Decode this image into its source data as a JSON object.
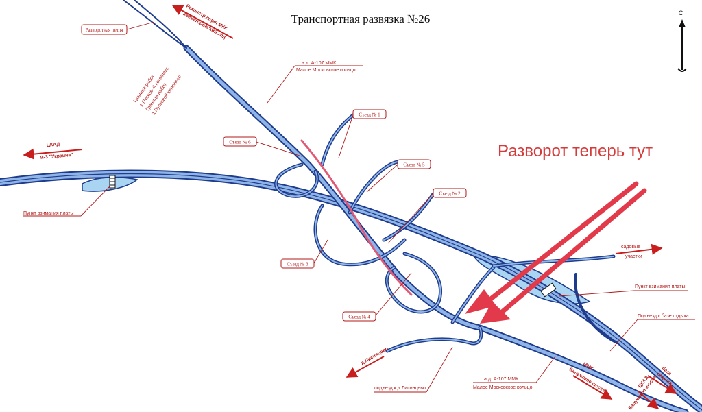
{
  "title": "Транспортная развязка №26",
  "north_label": "С",
  "annotation": {
    "text": "Разворот теперь тут",
    "color": "#d43c3c"
  },
  "labels": {
    "reversal_loop": "Разворотная петля",
    "reconstruction_l1": "Реконструкция МКК",
    "reconstruction_l2": "Звенигородский ход",
    "boundary_l1": "Граница работ",
    "boundary_l2": "1 Пусковой комплекс",
    "boundary_l3": "Граница работ",
    "boundary_l4": "1 Пусковой комплекс",
    "mmk_top_l1": "а.д. А-107 ММК",
    "mmk_top_l2": "Малое Московское кольцо",
    "exit1": "Съезд № 1",
    "exit2": "Съезд № 2",
    "exit3": "Съезд № 3",
    "exit4": "Съезд № 4",
    "exit5": "Съезд № 5",
    "exit6": "Съезд № 6",
    "ckad_l1": "ЦКАД",
    "ckad_l2": "М-3 \"Украина\"",
    "toll_left": "Пункт взимания платы",
    "toll_right": "Пункт взимания платы",
    "garden_l1": "садовые",
    "garden_l2": "участки",
    "recreation_access": "Подъезд к базе отдыха",
    "recreation_l1": "база",
    "recreation_l2": "отдыха",
    "lisitsyno": "д.Лисинцево",
    "lisitsyno_access": "подъезд к д.Лисинцево",
    "mmk_bottom_l1": "а.д. А-107 ММК",
    "mmk_bottom_l2": "Малое Московское кольцо",
    "kaluga_l1": "ММК",
    "kaluga_l2": "Калужское шоссе",
    "ckad_bottom_l1": "ЦКАД",
    "ckad_bottom_l2": "Калужское шоссе"
  },
  "colors": {
    "road_outline": "#1f3c8c",
    "road_fill": "#8eb4e8",
    "highlight": "#e05a78",
    "label": "#b01818",
    "toll_area": "#a9d4f2"
  }
}
